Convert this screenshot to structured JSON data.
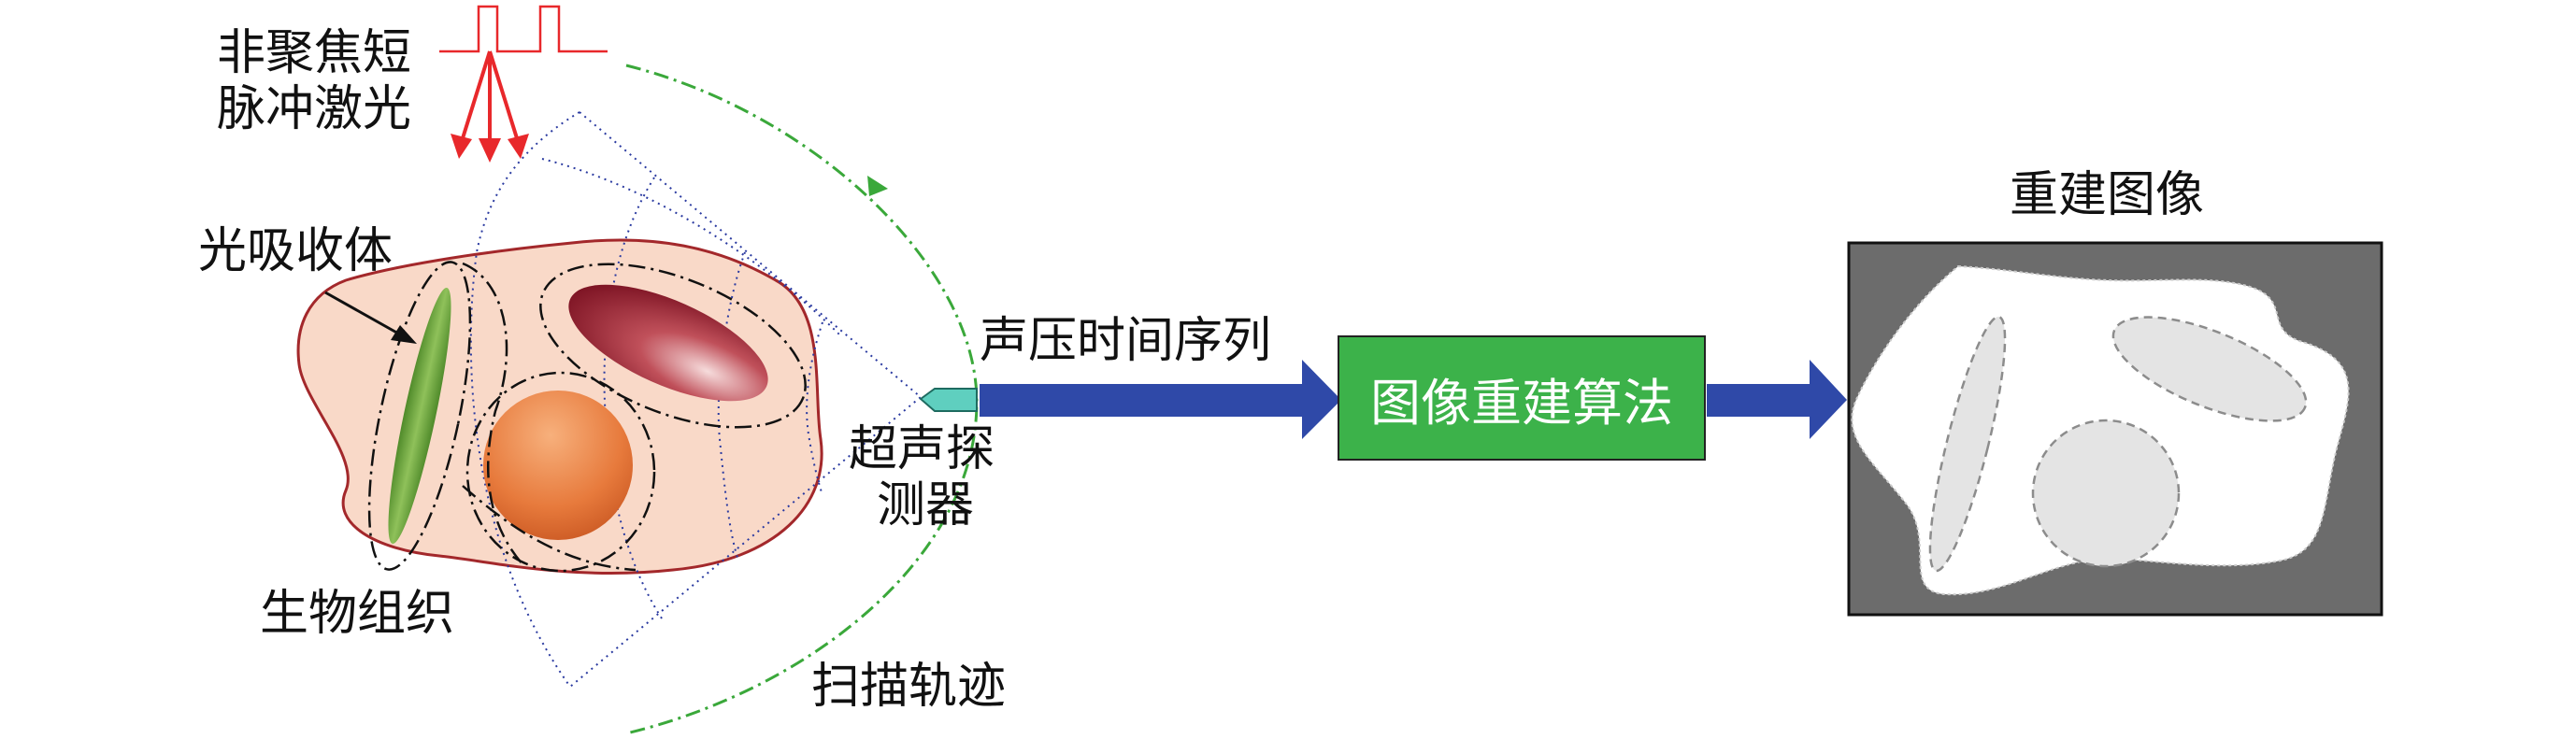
{
  "labels": {
    "laser_line1": "非聚焦短",
    "laser_line2": "脉冲激光",
    "absorber": "光吸收体",
    "tissue": "生物组织",
    "probe_line1": "超声探",
    "probe_line2": "测器",
    "scan_path": "扫描轨迹",
    "signal": "声压时间序列",
    "algorithm": "图像重建算法",
    "recon_title": "重建图像"
  },
  "colors": {
    "tissue_fill": "#f9d9c8",
    "tissue_outline": "#a3282b",
    "laser": "#e8282b",
    "flow_arrow": "#2f49a8",
    "algorithm_box": "#3cb24a",
    "scan_path": "#3aa83a",
    "grid_lines": "#2a3aa0",
    "probe": "#5fcfbf",
    "recon_background": "#6c6c6c"
  }
}
